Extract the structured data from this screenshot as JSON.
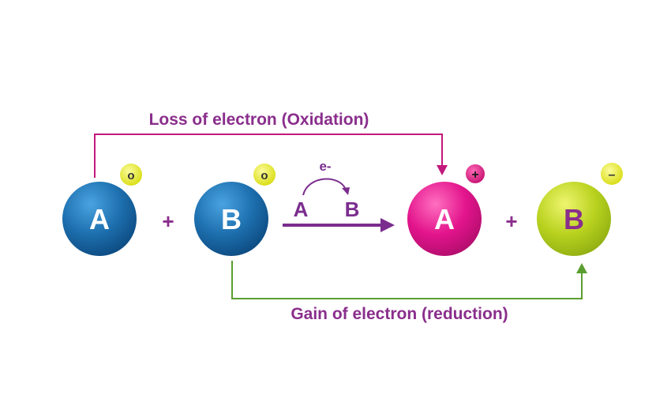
{
  "diagram": {
    "oxidation_label": "Loss of electron (Oxidation)",
    "reduction_label": "Gain of electron (reduction)",
    "plus_sign": "+",
    "reactants": [
      {
        "symbol": "A",
        "charge": "o"
      },
      {
        "symbol": "B",
        "charge": "o"
      }
    ],
    "transfer": {
      "electron": "e-",
      "from": "A",
      "to": "B"
    },
    "products": [
      {
        "symbol": "A",
        "charge": "+"
      },
      {
        "symbol": "B",
        "charge": "–"
      }
    ]
  },
  "colors": {
    "oxidation": "#c2187c",
    "reduction": "#5a9e2f",
    "label_text": "#8a2e8c",
    "reactant_atom": "#1d6fae",
    "product_a_atom": "#e3148c",
    "product_b_atom": "#b9d21f",
    "charge_badge": "#e8ec1a",
    "charge_badge_plus": "#d6127f",
    "transfer_arrow": "#7b2d8e"
  }
}
